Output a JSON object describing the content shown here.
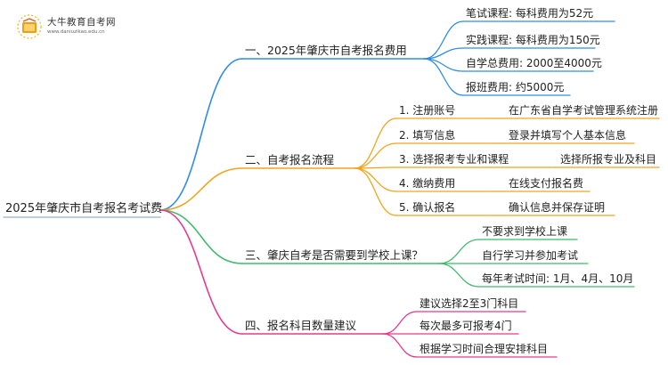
{
  "logo": {
    "name": "大牛教育自考网",
    "url": "www.daniuzikao.edu.cn"
  },
  "mindmap": {
    "root": "2025年肇庆市自考报名考试费",
    "branches": [
      {
        "label": "一、2025年肇庆市自考报名费用",
        "color": "#2f8de4",
        "children": [
          {
            "label": "笔试课程: 每科费用为52元"
          },
          {
            "label": "实践课程: 每科费用为150元"
          },
          {
            "label": "自学总费用: 2000至4000元"
          },
          {
            "label": "报班费用: 约5000元"
          }
        ]
      },
      {
        "label": "二、自考报名流程",
        "color": "#f2a41c",
        "children": [
          {
            "label": "1. 注册账号",
            "detail": "在广东省自学考试管理系统注册"
          },
          {
            "label": "2. 填写信息",
            "detail": "登录并填写个人基本信息"
          },
          {
            "label": "3. 选择报考专业和课程",
            "detail": "选择所报专业及科目"
          },
          {
            "label": "4. 缴纳费用",
            "detail": "在线支付报名费"
          },
          {
            "label": "5. 确认报名",
            "detail": "确认信息并保存证明"
          }
        ]
      },
      {
        "label": "三、肇庆自考是否需要到学校上课？",
        "color": "#3dbb6b",
        "children": [
          {
            "label": "不要求到学校上课"
          },
          {
            "label": "自行学习并参加考试"
          },
          {
            "label": "每年考试时间: 1月、4月、10月"
          }
        ]
      },
      {
        "label": "四、报名科目数量建议",
        "color": "#e83a8a",
        "children": [
          {
            "label": "建议选择2至3门科目"
          },
          {
            "label": "每次最多可报考4门"
          },
          {
            "label": "根据学习时间合理安排科目"
          }
        ]
      }
    ]
  }
}
